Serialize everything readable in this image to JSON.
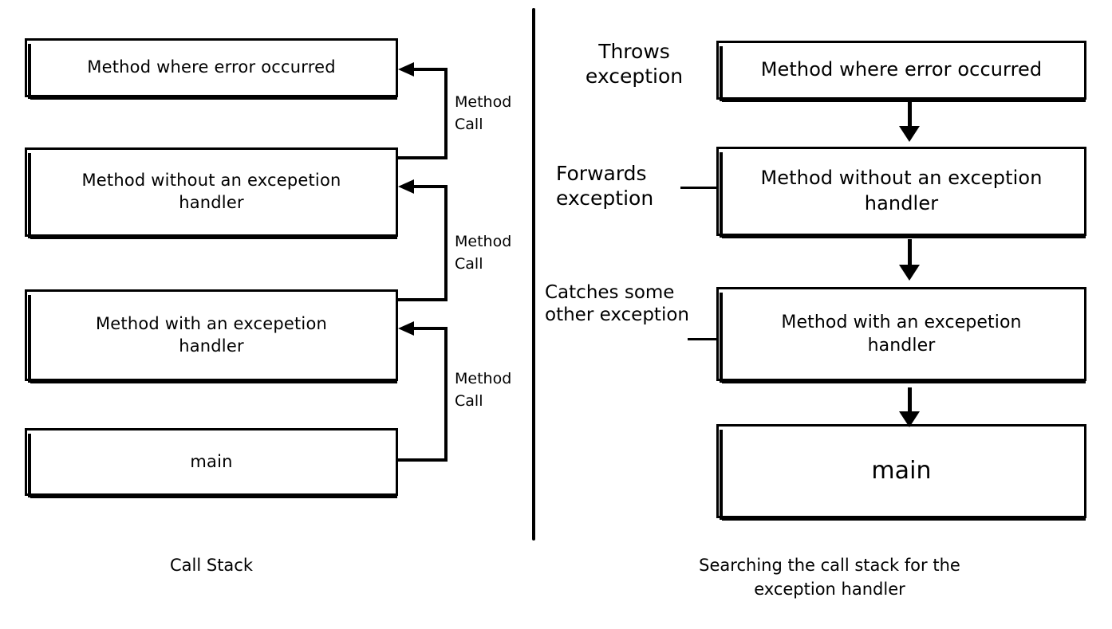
{
  "diagram": {
    "title_left": "Call Stack",
    "title_right": "Searching the call stack for the\nexception handler",
    "divider": "vertical-rule"
  },
  "left_panel": {
    "caption": "Call Stack",
    "frames": [
      {
        "label": "Method  where error occurred"
      },
      {
        "label": "Method  without an excepetion\nhandler"
      },
      {
        "label": "Method  with an excepetion\nhandler"
      },
      {
        "label": "main"
      }
    ],
    "connector_labels": [
      {
        "text": "Method\nCall"
      },
      {
        "text": "Method\nCall"
      },
      {
        "text": "Method\nCall"
      }
    ]
  },
  "right_panel": {
    "caption": "Searching the call stack for the\nexception handler",
    "frames": [
      {
        "label": "Method where error occurred"
      },
      {
        "label": "Method without an exception\nhandler"
      },
      {
        "label": "Method  with an excepetion\nhandler"
      },
      {
        "label": "main"
      }
    ],
    "annotations": [
      {
        "text": "Throws\nexception"
      },
      {
        "text": "Forwards\nexception"
      },
      {
        "text": "Catches some\nother exception"
      }
    ],
    "flow_arrows": [
      {
        "name": "arrow-1-to-2",
        "direction": "down"
      },
      {
        "name": "arrow-2-to-3",
        "direction": "down"
      },
      {
        "name": "arrow-3-to-main",
        "direction": "down"
      }
    ]
  },
  "colors": {
    "ink": "#000000",
    "paper": "#ffffff"
  }
}
